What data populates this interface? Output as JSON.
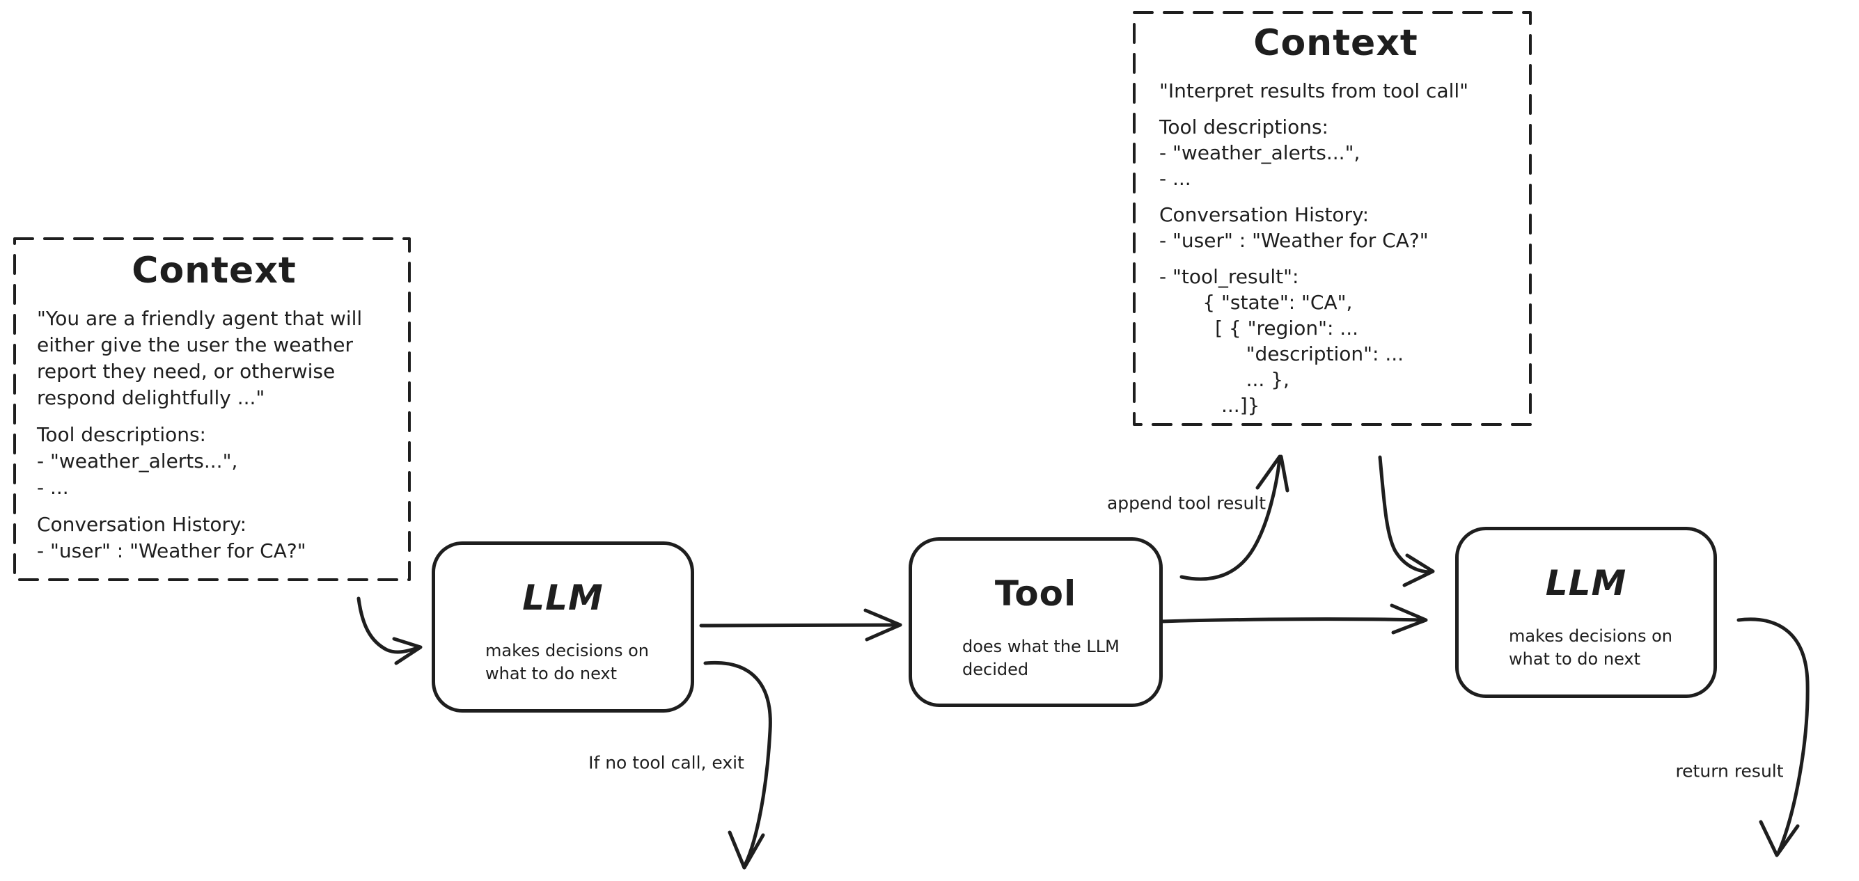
{
  "canvas": {
    "bg": "#ffffff",
    "ink": "#1e1e1e"
  },
  "context_left": {
    "title": "Context",
    "paragraphs": [
      [
        "\"You are a friendly agent that will",
        "either give the user the weather",
        "report they need, or otherwise",
        "respond delightfully ...\""
      ],
      [
        "Tool descriptions:",
        "- \"weather_alerts...\",",
        "- ..."
      ],
      [
        "Conversation History:",
        "- \"user\" : \"Weather for CA?\""
      ]
    ]
  },
  "context_top": {
    "title": "Context",
    "paragraphs": [
      [
        "\"Interpret results from tool call\""
      ],
      [
        "Tool descriptions:",
        "- \"weather_alerts...\",",
        "- ..."
      ],
      [
        "Conversation History:",
        "- \"user\" : \"Weather for CA?\""
      ],
      [
        "- \"tool_result\":",
        "       { \"state\": \"CA\",",
        "         [ { \"region\": ...",
        "              \"description\": ...",
        "              ... },",
        "          ...]}"
      ]
    ]
  },
  "nodes": {
    "llm1": {
      "title": "LLM",
      "body": [
        "makes decisions on",
        "what to do next"
      ]
    },
    "tool": {
      "title": "Tool",
      "body": [
        "does what the LLM",
        "decided"
      ]
    },
    "llm2": {
      "title": "LLM",
      "body": [
        "makes decisions on",
        "what to do next"
      ]
    }
  },
  "labels": {
    "append_tool_result": "append tool result",
    "if_no_tool_call_exit": "If no tool call, exit",
    "return_result": "return result"
  }
}
